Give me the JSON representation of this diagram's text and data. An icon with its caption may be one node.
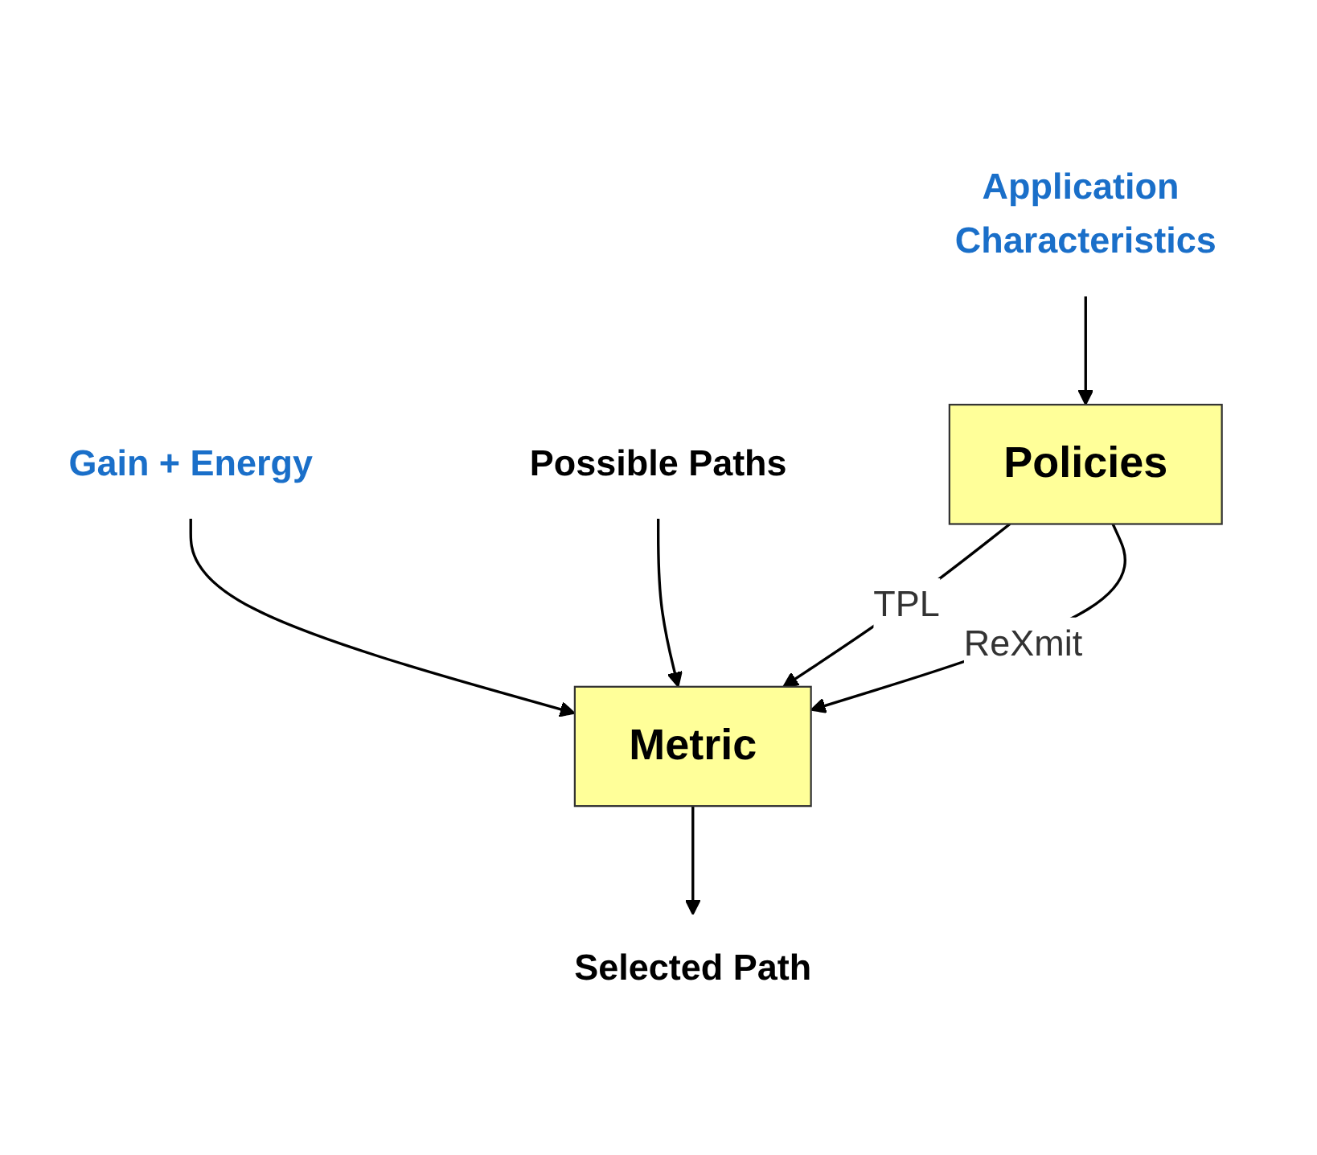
{
  "diagram": {
    "nodes": [
      {
        "text": [
          "Gain + Energy"
        ]
      },
      {
        "text": [
          "Possible Paths"
        ]
      },
      {
        "text": [
          "Metric"
        ]
      },
      {
        "text": [
          "Selected Path"
        ]
      },
      {
        "text": [
          "Policies"
        ]
      },
      {
        "text": [
          "Application Characteristics"
        ]
      }
    ],
    "edges": [
      {
        "from": 0,
        "to": 2,
        "arrow": "to"
      },
      {
        "from": 1,
        "to": 2,
        "arrow": "to"
      },
      {
        "from": 2,
        "to": 3,
        "arrow": "to"
      },
      {
        "from": 4,
        "to": 2,
        "arrow": "to",
        "label": "TPL"
      },
      {
        "from": 4,
        "to": 2,
        "arrow": "to",
        "label": "ReXmit"
      },
      {
        "from": 5,
        "to": 4,
        "arrow": "to"
      }
    ]
  }
}
